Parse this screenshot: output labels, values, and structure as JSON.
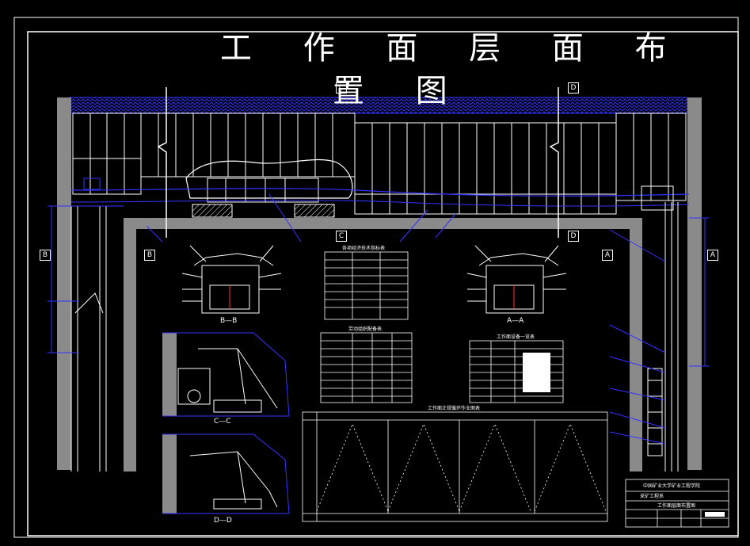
{
  "drawing": {
    "title_line1": "工 作 面 层 面 布",
    "title_line2": "置 图"
  },
  "section_markers": {
    "c_top": "C",
    "d_top": "D",
    "c_mid": "C",
    "d_mid": "D",
    "b_left_outer": "B",
    "b_left_inner": "B",
    "a_right_inner": "A",
    "a_right_outer": "A"
  },
  "section_views": {
    "b_b": "B—B",
    "a_a": "A—A",
    "c_c": "C—C",
    "d_d": "D—D"
  },
  "tables": {
    "t1_title": "各项经济技术指标表",
    "t2_title": "劳动组织配备表",
    "t3_title": "工作面设备一览表",
    "t4_title": "工作面正规循环作业图表"
  },
  "title_block": {
    "institution": "中国矿业大学矿业工程学院",
    "department": "采矿工程系",
    "drawing_name": "工作面层面布置图"
  },
  "colors": {
    "background": "#000000",
    "line": "#ffffff",
    "accent": "#2a2aff",
    "wall": "#8a8a8a"
  }
}
